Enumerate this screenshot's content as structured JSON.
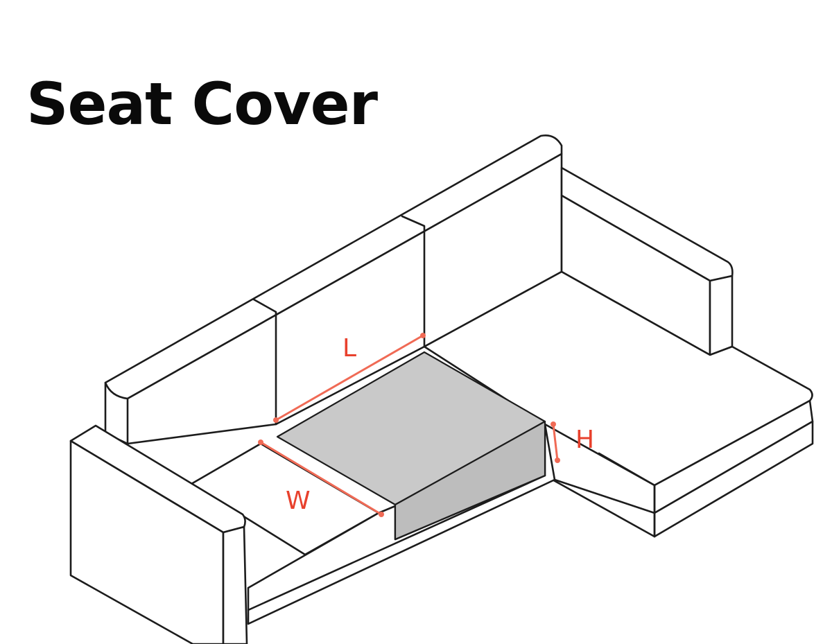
{
  "title": "Seat Cover",
  "dimensions": {
    "length_label": "L",
    "width_label": "W",
    "height_label": "H"
  },
  "colors": {
    "highlight_cushion": "#c9c9c9",
    "dimension_line": "#f06a55",
    "dimension_text": "#e8412d",
    "outline": "#1c1c1c"
  }
}
